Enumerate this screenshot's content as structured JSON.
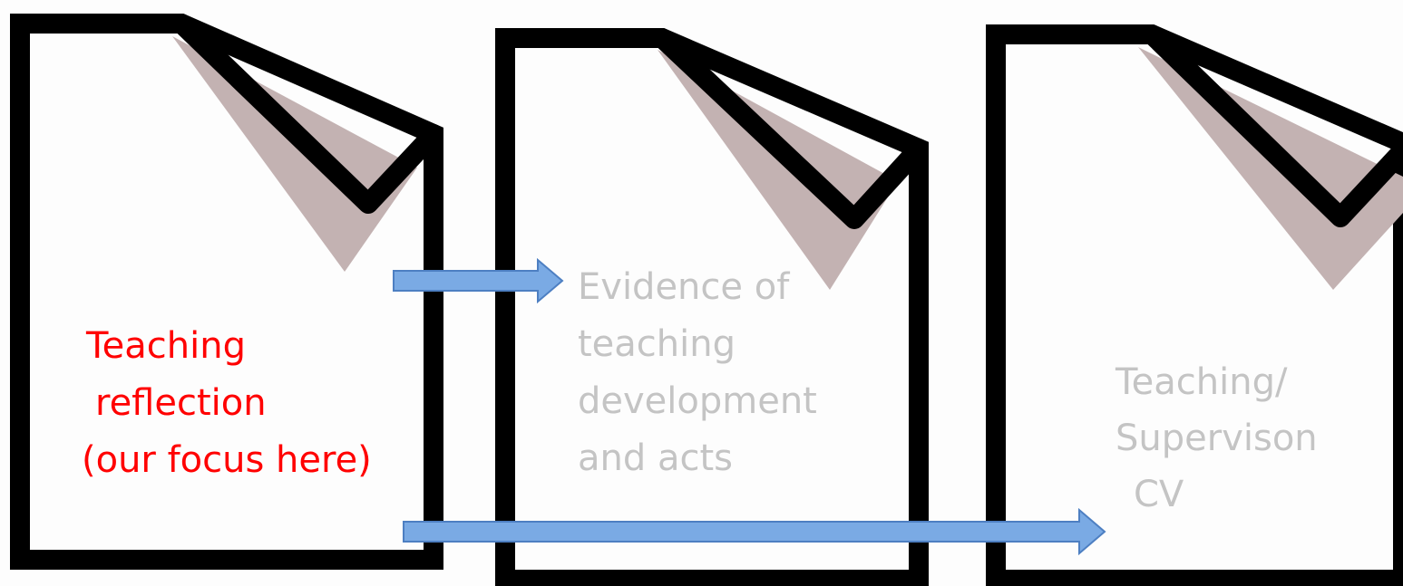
{
  "colors": {
    "outline": "#000000",
    "shadow": "#c3b2b2",
    "arrow_fill": "#7aaae4",
    "arrow_stroke": "#4d7fc2",
    "focus_text": "#ff0000",
    "muted_text": "#c4c4c4"
  },
  "documents": [
    {
      "lines": [
        "Teaching",
        "reflection",
        "(our focus here)"
      ],
      "emphasis": "focus"
    },
    {
      "lines": [
        "Evidence of",
        "teaching",
        "development",
        "and acts"
      ],
      "emphasis": "muted"
    },
    {
      "lines": [
        "Teaching/",
        "Supervison",
        "CV"
      ],
      "emphasis": "muted"
    }
  ],
  "arrows": [
    {
      "from": "document-1",
      "to": "document-2"
    },
    {
      "from": "document-1",
      "to": "document-3"
    }
  ]
}
